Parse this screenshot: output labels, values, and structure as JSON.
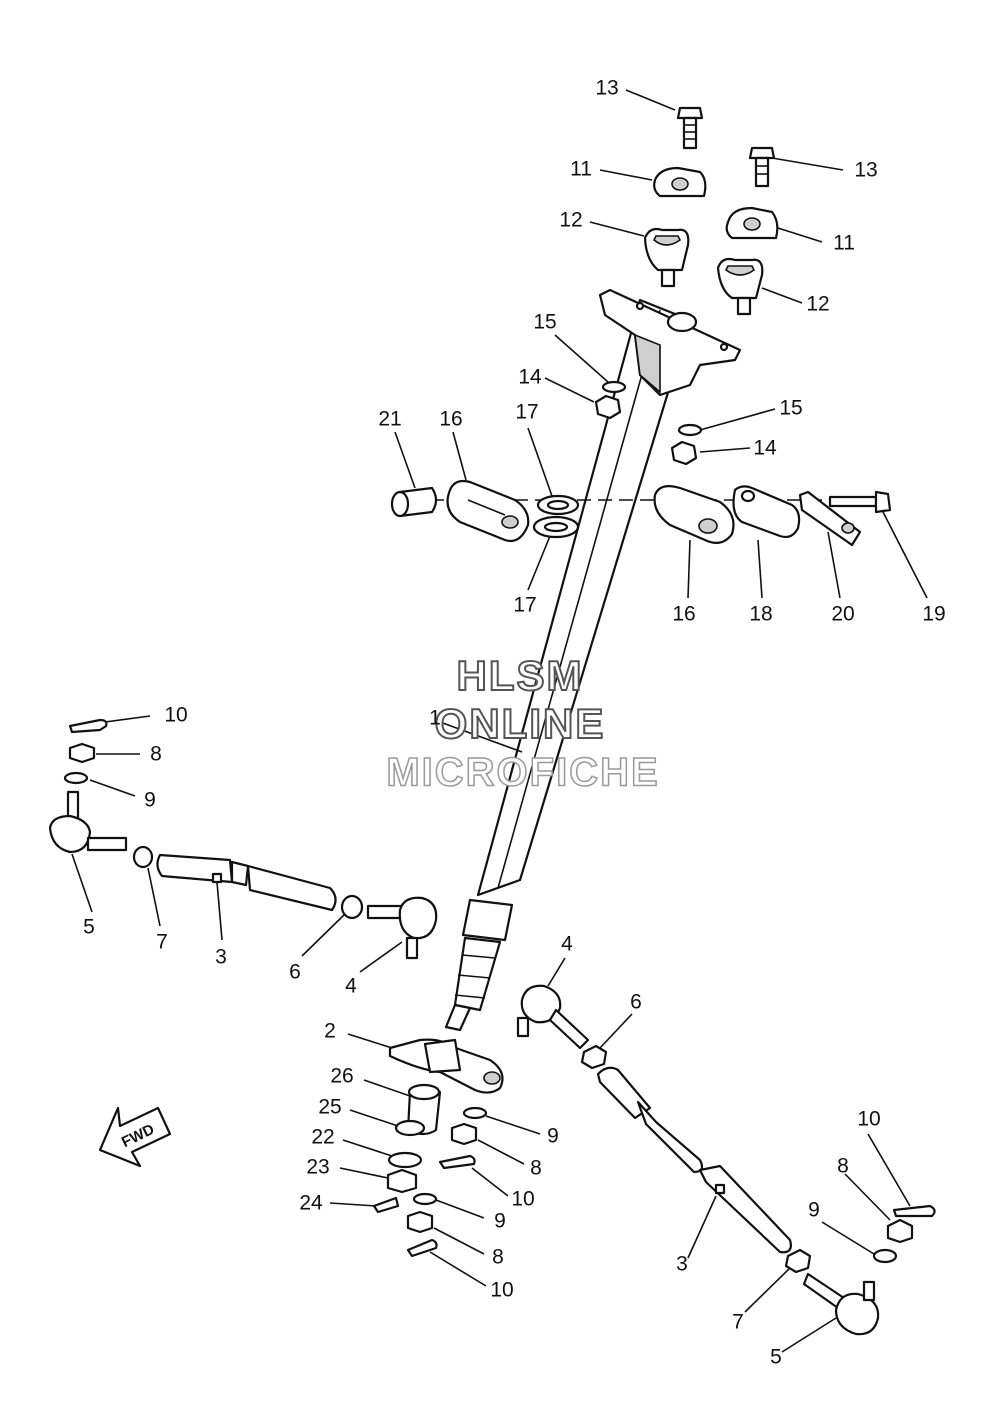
{
  "watermark": {
    "line1": "HLSM",
    "line2": "ONLINE",
    "line3": "MICROFICHE"
  },
  "fwd_label": "FWD",
  "callouts": [
    {
      "id": "c13a",
      "label": "13"
    },
    {
      "id": "c11a",
      "label": "11"
    },
    {
      "id": "c12a",
      "label": "12"
    },
    {
      "id": "c13b",
      "label": "13"
    },
    {
      "id": "c11b",
      "label": "11"
    },
    {
      "id": "c12b",
      "label": "12"
    },
    {
      "id": "c15a",
      "label": "15"
    },
    {
      "id": "c14a",
      "label": "14"
    },
    {
      "id": "c15b",
      "label": "15"
    },
    {
      "id": "c14b",
      "label": "14"
    },
    {
      "id": "c21",
      "label": "21"
    },
    {
      "id": "c16a",
      "label": "16"
    },
    {
      "id": "c17a",
      "label": "17"
    },
    {
      "id": "c17b",
      "label": "17"
    },
    {
      "id": "c16b",
      "label": "16"
    },
    {
      "id": "c18",
      "label": "18"
    },
    {
      "id": "c20",
      "label": "20"
    },
    {
      "id": "c19",
      "label": "19"
    },
    {
      "id": "c1",
      "label": "1"
    },
    {
      "id": "c10a",
      "label": "10"
    },
    {
      "id": "c8a",
      "label": "8"
    },
    {
      "id": "c9a",
      "label": "9"
    },
    {
      "id": "c5a",
      "label": "5"
    },
    {
      "id": "c7a",
      "label": "7"
    },
    {
      "id": "c3a",
      "label": "3"
    },
    {
      "id": "c6a",
      "label": "6"
    },
    {
      "id": "c4a",
      "label": "4"
    },
    {
      "id": "c4b",
      "label": "4"
    },
    {
      "id": "c6b",
      "label": "6"
    },
    {
      "id": "c2",
      "label": "2"
    },
    {
      "id": "c26",
      "label": "26"
    },
    {
      "id": "c25",
      "label": "25"
    },
    {
      "id": "c22",
      "label": "22"
    },
    {
      "id": "c23",
      "label": "23"
    },
    {
      "id": "c24",
      "label": "24"
    },
    {
      "id": "c9b",
      "label": "9"
    },
    {
      "id": "c8b",
      "label": "8"
    },
    {
      "id": "c10b",
      "label": "10"
    },
    {
      "id": "c9c",
      "label": "9"
    },
    {
      "id": "c8c",
      "label": "8"
    },
    {
      "id": "c10c",
      "label": "10"
    },
    {
      "id": "c10d",
      "label": "10"
    },
    {
      "id": "c8d",
      "label": "8"
    },
    {
      "id": "c9d",
      "label": "9"
    },
    {
      "id": "c3b",
      "label": "3"
    },
    {
      "id": "c7b",
      "label": "7"
    },
    {
      "id": "c5b",
      "label": "5"
    }
  ]
}
